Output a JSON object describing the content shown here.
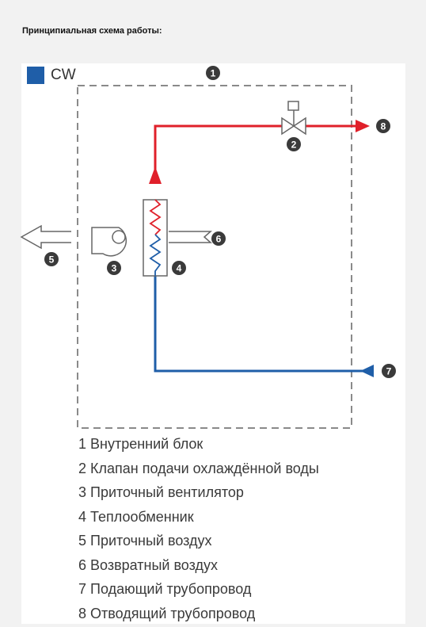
{
  "heading": "Принципиальная схема работы:",
  "diagram": {
    "tag_label": "CW",
    "tag_color": "#1f5ea8",
    "supply_color": "#e0202a",
    "return_color": "#1f5ea8",
    "markers": [
      "1",
      "2",
      "3",
      "4",
      "5",
      "6",
      "7",
      "8"
    ]
  },
  "legend": [
    "1 Внутренний блок",
    "2 Клапан подачи охлаждённой воды",
    "3 Приточный вентилятор",
    "4 Теплообменник",
    "5 Приточный воздух",
    "6 Возвратный воздух",
    "7 Подающий трубопровод",
    "8 Отводящий трубопровод"
  ]
}
